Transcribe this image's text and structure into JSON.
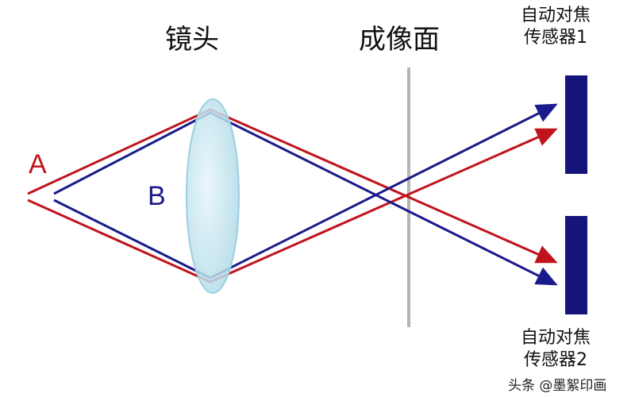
{
  "labels": {
    "lens": "镜头",
    "image_plane": "成像面",
    "sensor1_line1": "自动对焦",
    "sensor1_line2": "传感器1",
    "sensor2_line1": "自动对焦",
    "sensor2_line2": "传感器2",
    "point_a": "A",
    "point_b": "B"
  },
  "watermark": "头条 @墨絮印画",
  "colors": {
    "ray_a": "#c0141c",
    "ray_b": "#1a1a8c",
    "sensor": "#14147a",
    "image_plane": "#b4b4b4",
    "lens": "#bfe4ef"
  }
}
